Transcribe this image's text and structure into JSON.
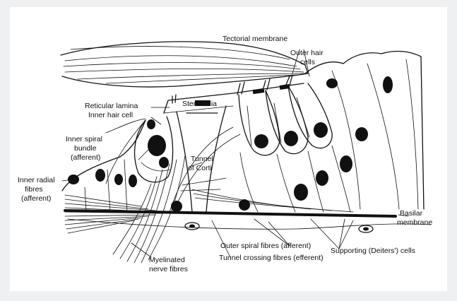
{
  "labels": {
    "tectorial_membrane": "Tectorial membrane",
    "outer_hair_cells_1": "Outer hair",
    "outer_hair_cells_2": "cells",
    "reticular_lamina": "Reticular lamina",
    "stereocilia": "Stereocilia",
    "inner_hair_cell": "Inner hair cell",
    "inner_spiral_bundle_1": "Inner spiral",
    "inner_spiral_bundle_2": "bundle",
    "inner_spiral_bundle_3": "(afferent)",
    "tunnel_of_corti_1": "Tunnel",
    "tunnel_of_corti_2": "of Corti",
    "inner_radial_fibres_1": "Inner radial",
    "inner_radial_fibres_2": "fibres",
    "inner_radial_fibres_3": "(afferent)",
    "basilar_membrane_1": "Basilar",
    "basilar_membrane_2": "membrane",
    "outer_spiral_fibres": "Outer spiral fibres (afferent)",
    "supporting_cells": "Supporting (Deiters') cells",
    "tunnel_crossing_fibres": "Tunnel crossing fibres (efferent)",
    "myelinated_nerve_fibres_1": "Myelinated",
    "myelinated_nerve_fibres_2": "nerve fibres"
  }
}
